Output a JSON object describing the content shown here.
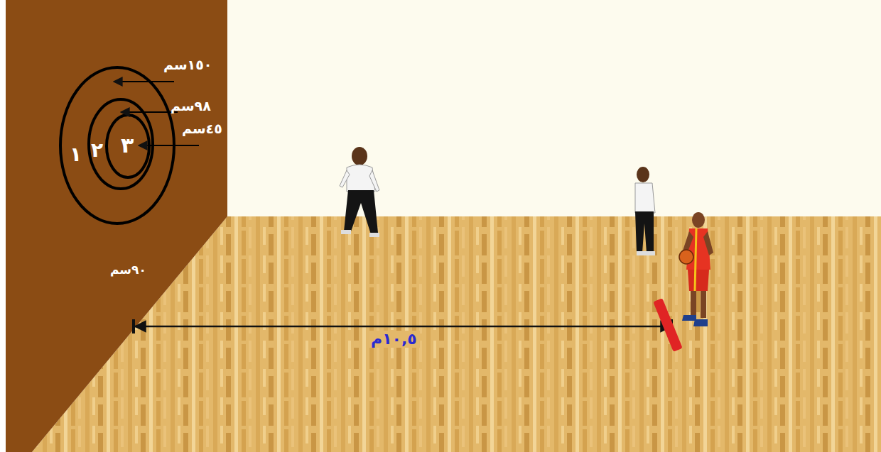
{
  "diagram": {
    "labels": [
      "١٥٠سم",
      "٩٨سم",
      "٤٥سم",
      "١",
      "٢",
      "٣",
      "٩٠سم",
      "١٠,٥م"
    ]
  }
}
